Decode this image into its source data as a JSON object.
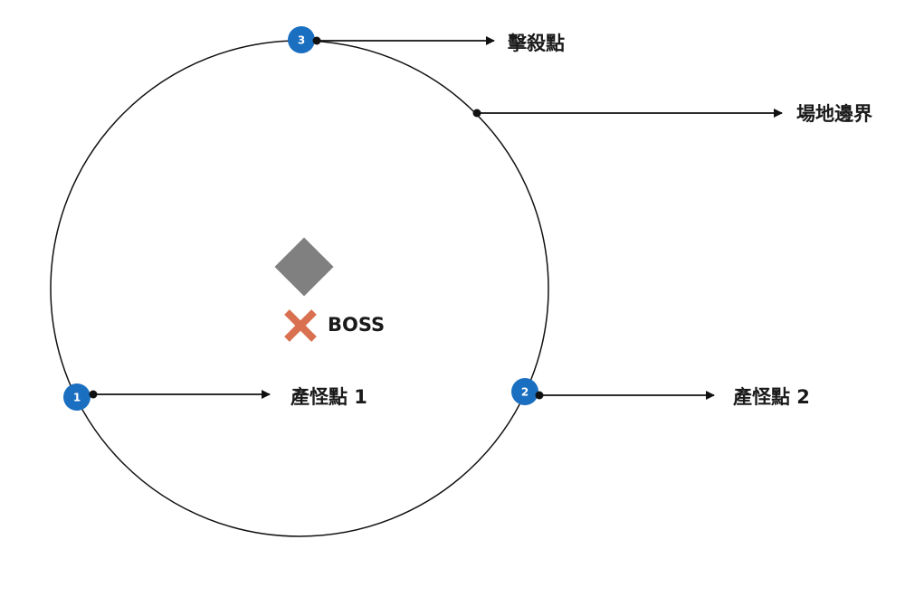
{
  "labels": {
    "kill_point": "擊殺點",
    "arena_boundary": "場地邊界",
    "boss": "BOSS",
    "spawn_1": "產怪點 1",
    "spawn_2": "產怪點 2"
  },
  "markers": {
    "spawn_1_number": "1",
    "spawn_2_number": "2",
    "kill_number": "3"
  },
  "colors": {
    "marker_blue": "#1a6fc0",
    "boss_x": "#d9704f",
    "diamond": "#808080",
    "line": "#111111"
  },
  "icons": {
    "boss": "x-mark-icon",
    "object": "diamond-icon"
  }
}
